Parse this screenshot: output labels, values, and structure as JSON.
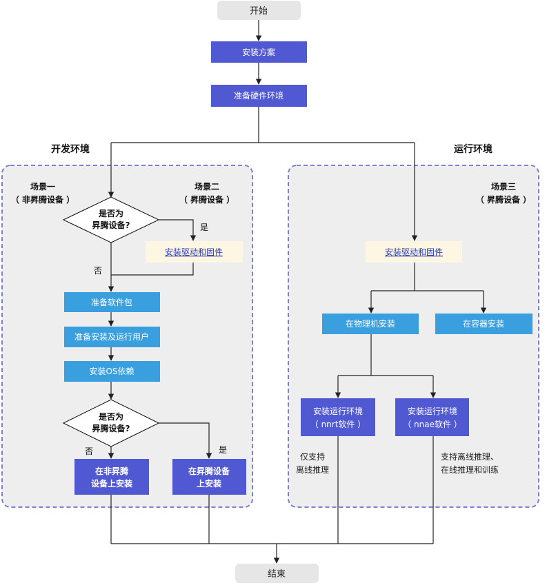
{
  "nodes": {
    "start": "开始",
    "install_plan": "安装方案",
    "prepare_hardware": "准备硬件环境",
    "end": "结束"
  },
  "groups": {
    "dev": {
      "title": "开发环境",
      "scene1": {
        "line1": "场景一",
        "line2": "（ 非昇腾设备 ）"
      },
      "scene2": {
        "line1": "场景二",
        "line2": "（ 昇腾设备 ）"
      },
      "decision1": {
        "line1": "是否为",
        "line2": "昇腾设备?"
      },
      "yes1": "是",
      "no1": "否",
      "install_driver": "安装驱动和固件",
      "prepare_package": "准备软件包",
      "prepare_user": "准备安装及运行用户",
      "install_os_deps": "安装OS依赖",
      "decision2": {
        "line1": "是否为",
        "line2": "昇腾设备?"
      },
      "yes2": "是",
      "no2": "否",
      "install_non_ascend": {
        "line1": "在非昇腾",
        "line2": "设备上安装"
      },
      "install_ascend": {
        "line1": "在昇腾设备",
        "line2": "上安装"
      }
    },
    "run": {
      "title": "运行环境",
      "scene3": {
        "line1": "场景三",
        "line2": "（ 昇腾设备 ）"
      },
      "install_driver": "安装驱动和固件",
      "install_physical": "在物理机安装",
      "install_container": "在容器安装",
      "nnrt": {
        "line1": "安装运行环境",
        "line2": "（ nnrt软件 ）"
      },
      "nnae": {
        "line1": "安装运行环境",
        "line2": "（ nnae软件 ）"
      },
      "nnrt_note": {
        "line1": "仅支持",
        "line2": "离线推理"
      },
      "nnae_note": {
        "line1": "支持离线推理、",
        "line2": "在线推理和训练"
      }
    }
  },
  "colors": {
    "primary_box": "#5059d1",
    "light_box": "#3a9fdf",
    "pale_box": "#fdf6e3",
    "link_text": "#2f3fb8",
    "terminal": "#e6e6e6",
    "group_bg": "#eeeeee",
    "group_border": "#7a80d8",
    "line": "#222222"
  }
}
